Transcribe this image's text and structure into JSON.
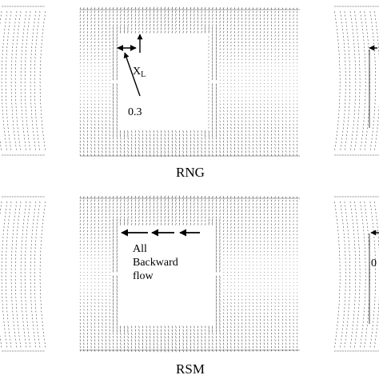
{
  "colors": {
    "vector": "#1a1a1a",
    "arrow": "#000000",
    "background": "#ffffff"
  },
  "panels": {
    "top_caption": "RNG",
    "bottom_caption": "RSM",
    "xl_main": "X",
    "xl_sub": "L",
    "value_top": "0.3",
    "value_bottom_right": "0",
    "backward_lines": [
      "All",
      "Backward",
      "flow"
    ]
  }
}
